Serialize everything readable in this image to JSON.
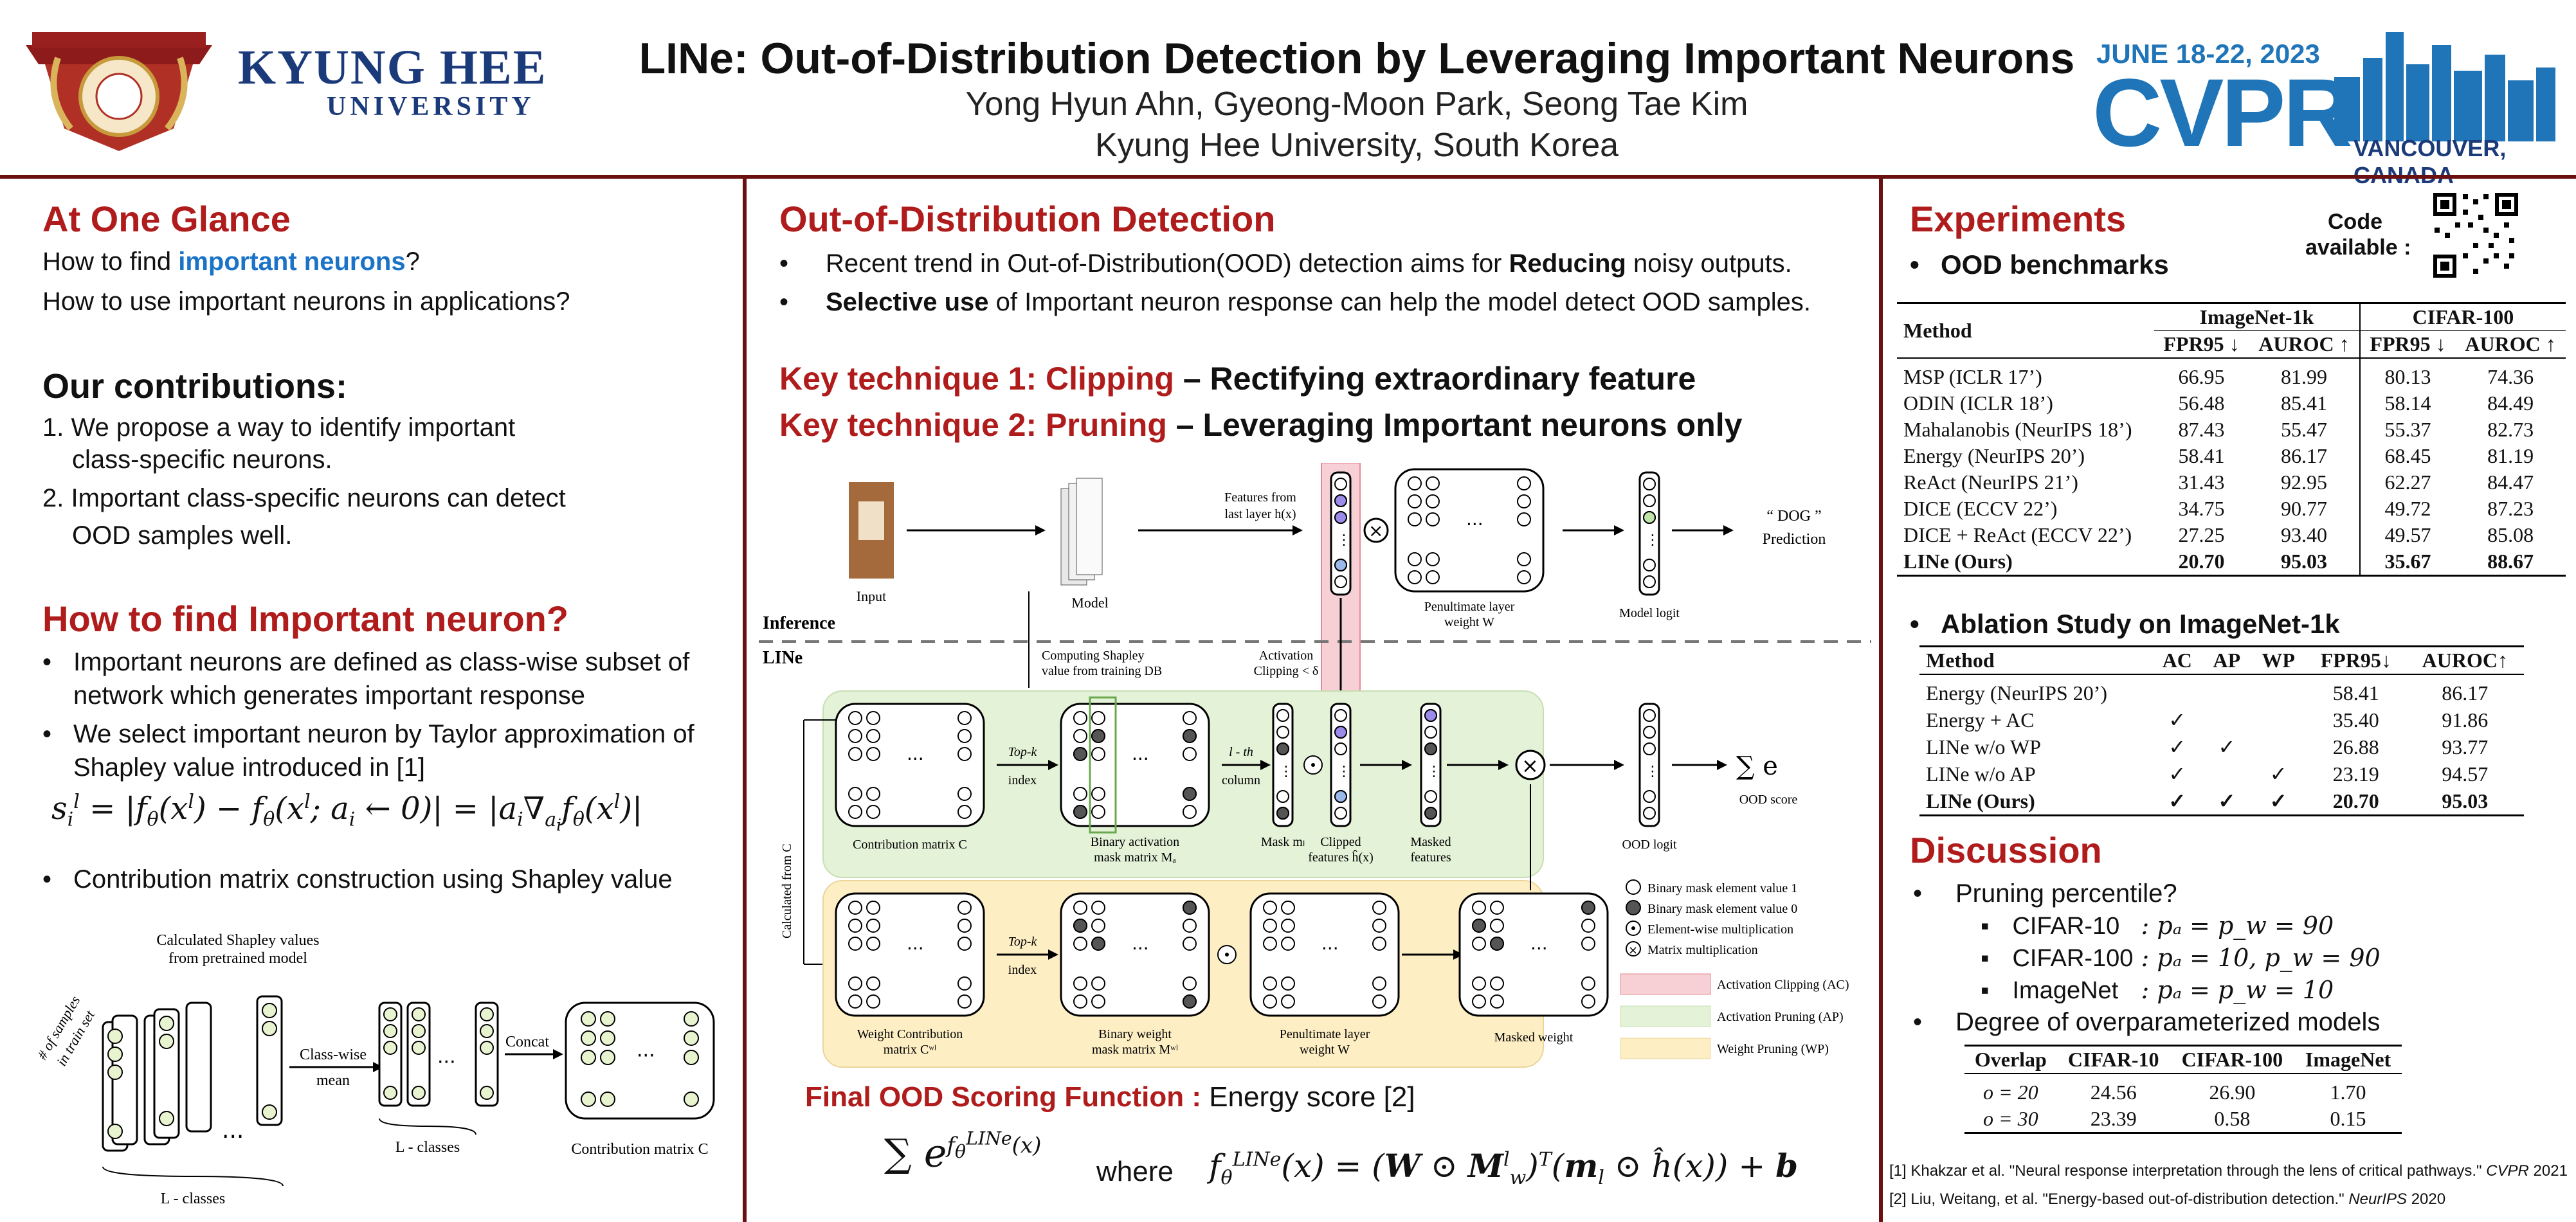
{
  "header": {
    "univ_line1": "KYUNG HEE",
    "univ_line2": "UNIVERSITY",
    "title": "LINe: Out-of-Distribution Detection by Leveraging Important Neurons",
    "authors": "Yong Hyun Ahn, Gyeong-Moon Park, Seong Tae Kim",
    "affiliation": "Kyung Hee University, South Korea",
    "conf_date": "JUNE 18-22, 2023",
    "conf_name": "CVPR",
    "conf_place": "VANCOUVER, CANADA"
  },
  "left": {
    "glance_title": "At One Glance",
    "glance_q1_pre": "How to find ",
    "glance_q1_hl": "important neurons",
    "glance_q1_post": "?",
    "glance_q2": "How to use important neurons in applications?",
    "contrib_title": "Our contributions:",
    "contrib1_a": "1. We propose a way to identify important",
    "contrib1_b": "class-specific neurons.",
    "contrib2_a": "2. Important class-specific neurons can detect",
    "contrib2_b": "OOD samples well.",
    "how_title": "How to find Important neuron?",
    "bullets": [
      "Important neurons are defined as class-wise subset of network which generates important response",
      "We select important neuron by Taylor approximation of Shapley value introduced in [1]",
      "Contribution matrix construction using Shapley value"
    ],
    "fig": {
      "shapley_label_1": "Calculated Shapley values",
      "shapley_label_2": "from pretrained model",
      "samples_label_1": "# of samples",
      "samples_label_2": "in train set",
      "classwise_1": "Class-wise",
      "classwise_2": "mean",
      "concat": "Concat",
      "lclasses": "L - classes",
      "contrib_matrix": "Contribution matrix C"
    }
  },
  "middle": {
    "ood_title": "Out-of-Distribution Detection",
    "ood_b1_pre": "Recent trend in Out-of-Distribution(OOD) detection aims for ",
    "ood_b1_bold": "Reducing",
    "ood_b1_post": " noisy outputs.",
    "ood_b2_bold": "Selective use",
    "ood_b2_post": " of Important neuron response can help the model detect OOD samples.",
    "kt1_red": "Key technique 1: Clipping",
    "kt1_black": " – Rectifying extraordinary feature",
    "kt2_red": "Key technique 2: Pruning",
    "kt2_black": " – Leveraging Important neurons only",
    "diagram": {
      "input": "Input",
      "model": "Model",
      "features_1": "Features from",
      "features_2": "last layer h(x)",
      "penultimate_1": "Penultimate layer",
      "penultimate_2": "weight W",
      "model_logit": "Model logit",
      "dog": "“ DOG ”",
      "prediction": "Prediction",
      "inference": "Inference",
      "line": "LINe",
      "computing_1": "Computing Shapley",
      "computing_2": "value from training DB",
      "activation_1": "Activation",
      "activation_2": "Clipping < δ",
      "topk": "Top-k",
      "index": "index",
      "lth_1": "l - th",
      "lth_2": "column",
      "contrib_matrix": "Contribution matrix C",
      "binary_act_1": "Binary activation",
      "binary_act_2": "mask matrix Mₐ",
      "mask_ml": "Mask mₗ",
      "clipped_1": "Clipped",
      "clipped_2": "features ĥ(x)",
      "masked_1": "Masked",
      "masked_2": "features",
      "ood_logit": "OOD logit",
      "ood_score": "OOD score",
      "calc_from_c": "Calculated from C",
      "weight_contrib_1": "Weight Contribution",
      "weight_contrib_2": "matrix Cʷˡ",
      "binary_weight_1": "Binary weight",
      "binary_weight_2": "mask matrix Mʷˡ",
      "penult_w_1": "Penultimate layer",
      "penult_w_2": "weight W",
      "masked_weight": "Masked weight",
      "legend": [
        "Binary mask element value 1",
        "Binary mask element value 0",
        "Element-wise multiplication",
        "Matrix multiplication",
        "Activation Clipping (AC)",
        "Activation Pruning (AP)",
        "Weight Pruning (WP)"
      ]
    },
    "final_red": "Final OOD Scoring Function :",
    "final_black": " Energy score [2]",
    "where": "where"
  },
  "right": {
    "exp_title": "Experiments",
    "code_1": "Code",
    "code_2": "available :",
    "ood_bench": "OOD benchmarks",
    "table1": {
      "group1": "ImageNet-1k",
      "group2": "CIFAR-100",
      "method": "Method",
      "cols": [
        "FPR95 ↓",
        "AUROC ↑",
        "FPR95 ↓",
        "AUROC ↑"
      ],
      "rows": [
        [
          "MSP (ICLR 17’)",
          "66.95",
          "81.99",
          "80.13",
          "74.36"
        ],
        [
          "ODIN (ICLR 18’)",
          "56.48",
          "85.41",
          "58.14",
          "84.49"
        ],
        [
          "Mahalanobis (NeurIPS 18’)",
          "87.43",
          "55.47",
          "55.37",
          "82.73"
        ],
        [
          "Energy (NeurIPS 20’)",
          "58.41",
          "86.17",
          "68.45",
          "81.19"
        ],
        [
          "ReAct (NeurIPS 21’)",
          "31.43",
          "92.95",
          "62.27",
          "84.47"
        ],
        [
          "DICE (ECCV 22’)",
          "34.75",
          "90.77",
          "49.72",
          "87.23"
        ],
        [
          "DICE + ReAct (ECCV 22’)",
          "27.25",
          "93.40",
          "49.57",
          "85.08"
        ],
        [
          "LINe (Ours)",
          "20.70",
          "95.03",
          "35.67",
          "88.67"
        ]
      ]
    },
    "ablation_title": "Ablation Study on ImageNet-1k",
    "table2": {
      "cols": [
        "Method",
        "AC",
        "AP",
        "WP",
        "FPR95↓",
        "AUROC↑"
      ],
      "rows": [
        [
          "Energy (NeurIPS 20’)",
          "",
          "",
          "",
          "58.41",
          "86.17"
        ],
        [
          "Energy + AC",
          "✓",
          "",
          "",
          "35.40",
          "91.86"
        ],
        [
          "LINe w/o WP",
          "✓",
          "✓",
          "",
          "26.88",
          "93.77"
        ],
        [
          "LINe w/o AP",
          "✓",
          "",
          "✓",
          "23.19",
          "94.57"
        ],
        [
          "LINe (Ours)",
          "✓",
          "✓",
          "✓",
          "20.70",
          "95.03"
        ]
      ]
    },
    "disc_title": "Discussion",
    "disc_b1": "Pruning percentile?",
    "disc_sub": [
      {
        "name": "CIFAR-10",
        "val": ": pₐ = p_w = 90"
      },
      {
        "name": "CIFAR-100",
        "val": ": pₐ = 10, p_w = 90"
      },
      {
        "name": "ImageNet",
        "val": ": pₐ = p_w = 10"
      }
    ],
    "disc_b2": "Degree of overparameterized models",
    "table3": {
      "cols": [
        "Overlap",
        "CIFAR-10",
        "CIFAR-100",
        "ImageNet"
      ],
      "rows": [
        [
          "o = 20",
          "24.56",
          "26.90",
          "1.70"
        ],
        [
          "o = 30",
          "23.39",
          "0.58",
          "0.15"
        ]
      ]
    },
    "ref1_pre": "[1] Khakzar et al. \"Neural response interpretation through the lens of critical pathways.\" ",
    "ref1_venue": "CVPR",
    "ref1_year": " 2021",
    "ref2_pre": "[2] Liu, Weitang, et al. \"Energy-based out-of-distribution detection.\" ",
    "ref2_venue": "NeurIPS",
    "ref2_year": " 2020"
  },
  "colors": {
    "accent_red": "#b01c1c",
    "divider": "#6b1010",
    "highlight_blue": "#1a73c7",
    "cvpr_blue": "#1f75b8",
    "ac_fill": "#f6d0d4",
    "ap_fill": "#e4f2d8",
    "wp_fill": "#fdeec4"
  }
}
